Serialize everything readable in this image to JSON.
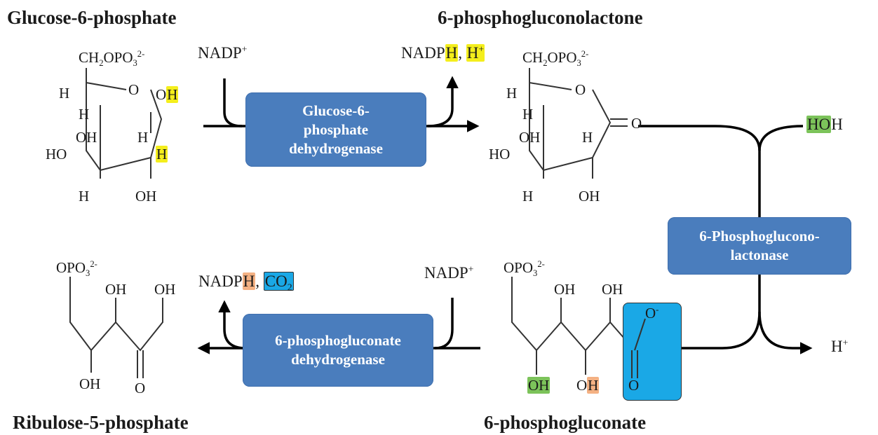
{
  "compounds": {
    "g6p": "Glucose-6-phosphate",
    "pgl": "6-phosphogluconolactone",
    "r5p": "Ribulose-5-phosphate",
    "pg": "6-phosphogluconate"
  },
  "enzymes": {
    "g6pd": [
      "Glucose-6-",
      "phosphate",
      "dehydrogenase"
    ],
    "pgls": [
      "6-Phosphoglucono-",
      "lactonase"
    ],
    "pgd": [
      "6-phosphogluconate",
      "dehydrogenase"
    ]
  },
  "cofactors": {
    "nadp": "NADP",
    "nadp_sup": "+",
    "nadph": "NADP",
    "nadph_h": "H",
    "comma": ",",
    "hplus": "H",
    "hplus_sup": "+",
    "co2_c": "CO",
    "co2_sub": "2",
    "hoh_a": "HO",
    "hoh_b": "H",
    "h_out": "H",
    "h_out_sup": "+"
  },
  "atoms": {
    "ch2opo3": "CH",
    "ch2opo3_sub": "2",
    "ch2opo3_b": "OPO",
    "ch2opo3_sub2": "3",
    "ch2opo3_sup": "2-",
    "opo3": "OPO",
    "opo3_sub": "3",
    "opo3_sup": "2-",
    "O": "O",
    "H": "H",
    "OH": "OH",
    "HO": "HO",
    "O_minus": "-",
    "O_ring_h": "O"
  },
  "highlight_colors": {
    "yellow": "#f4ee1c",
    "green": "#7cc35a",
    "orange": "#f4b183",
    "cyan": "#1aa8e6"
  }
}
